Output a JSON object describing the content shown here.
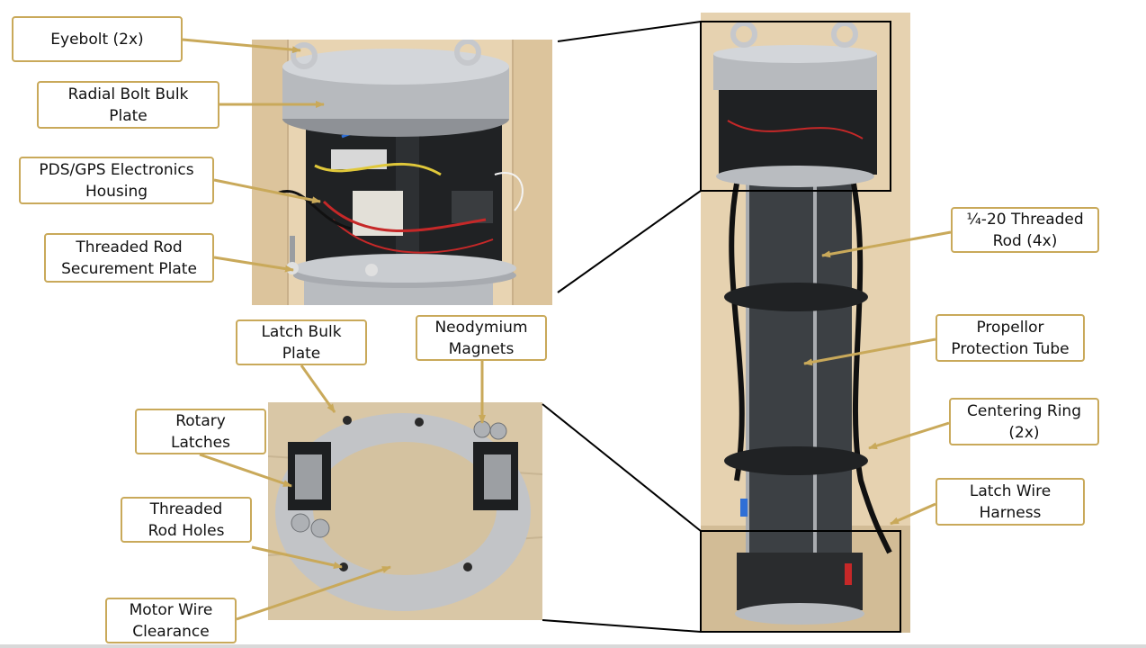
{
  "colors": {
    "label_border": "#c9a95a",
    "leader": "#c9a95a",
    "connector": "#000000",
    "wood": "#e6d2b0",
    "aluminum": "#b9bcc0",
    "tube": "#3c4044",
    "plate_black": "#202224"
  },
  "labels": {
    "eyebolt": "Eyebolt (2x)",
    "radial_bolt_bulk_plate": "Radial Bolt Bulk\nPlate",
    "pds_gps_electronics_housing": "PDS/GPS Electronics\nHousing",
    "threaded_rod_securement_plate": "Threaded Rod\nSecurement Plate",
    "latch_bulk_plate": "Latch Bulk\nPlate",
    "neodymium_magnets": "Neodymium\nMagnets",
    "rotary_latches": "Rotary\nLatches",
    "threaded_rod_holes": "Threaded\nRod Holes",
    "motor_wire_clearance": "Motor Wire\nClearance",
    "threaded_rod_4x": "¼-20 Threaded\nRod (4x)",
    "propellor_protection_tube": "Propellor\nProtection Tube",
    "centering_ring_2x": "Centering Ring\n(2x)",
    "latch_wire_harness": "Latch Wire\nHarness"
  }
}
